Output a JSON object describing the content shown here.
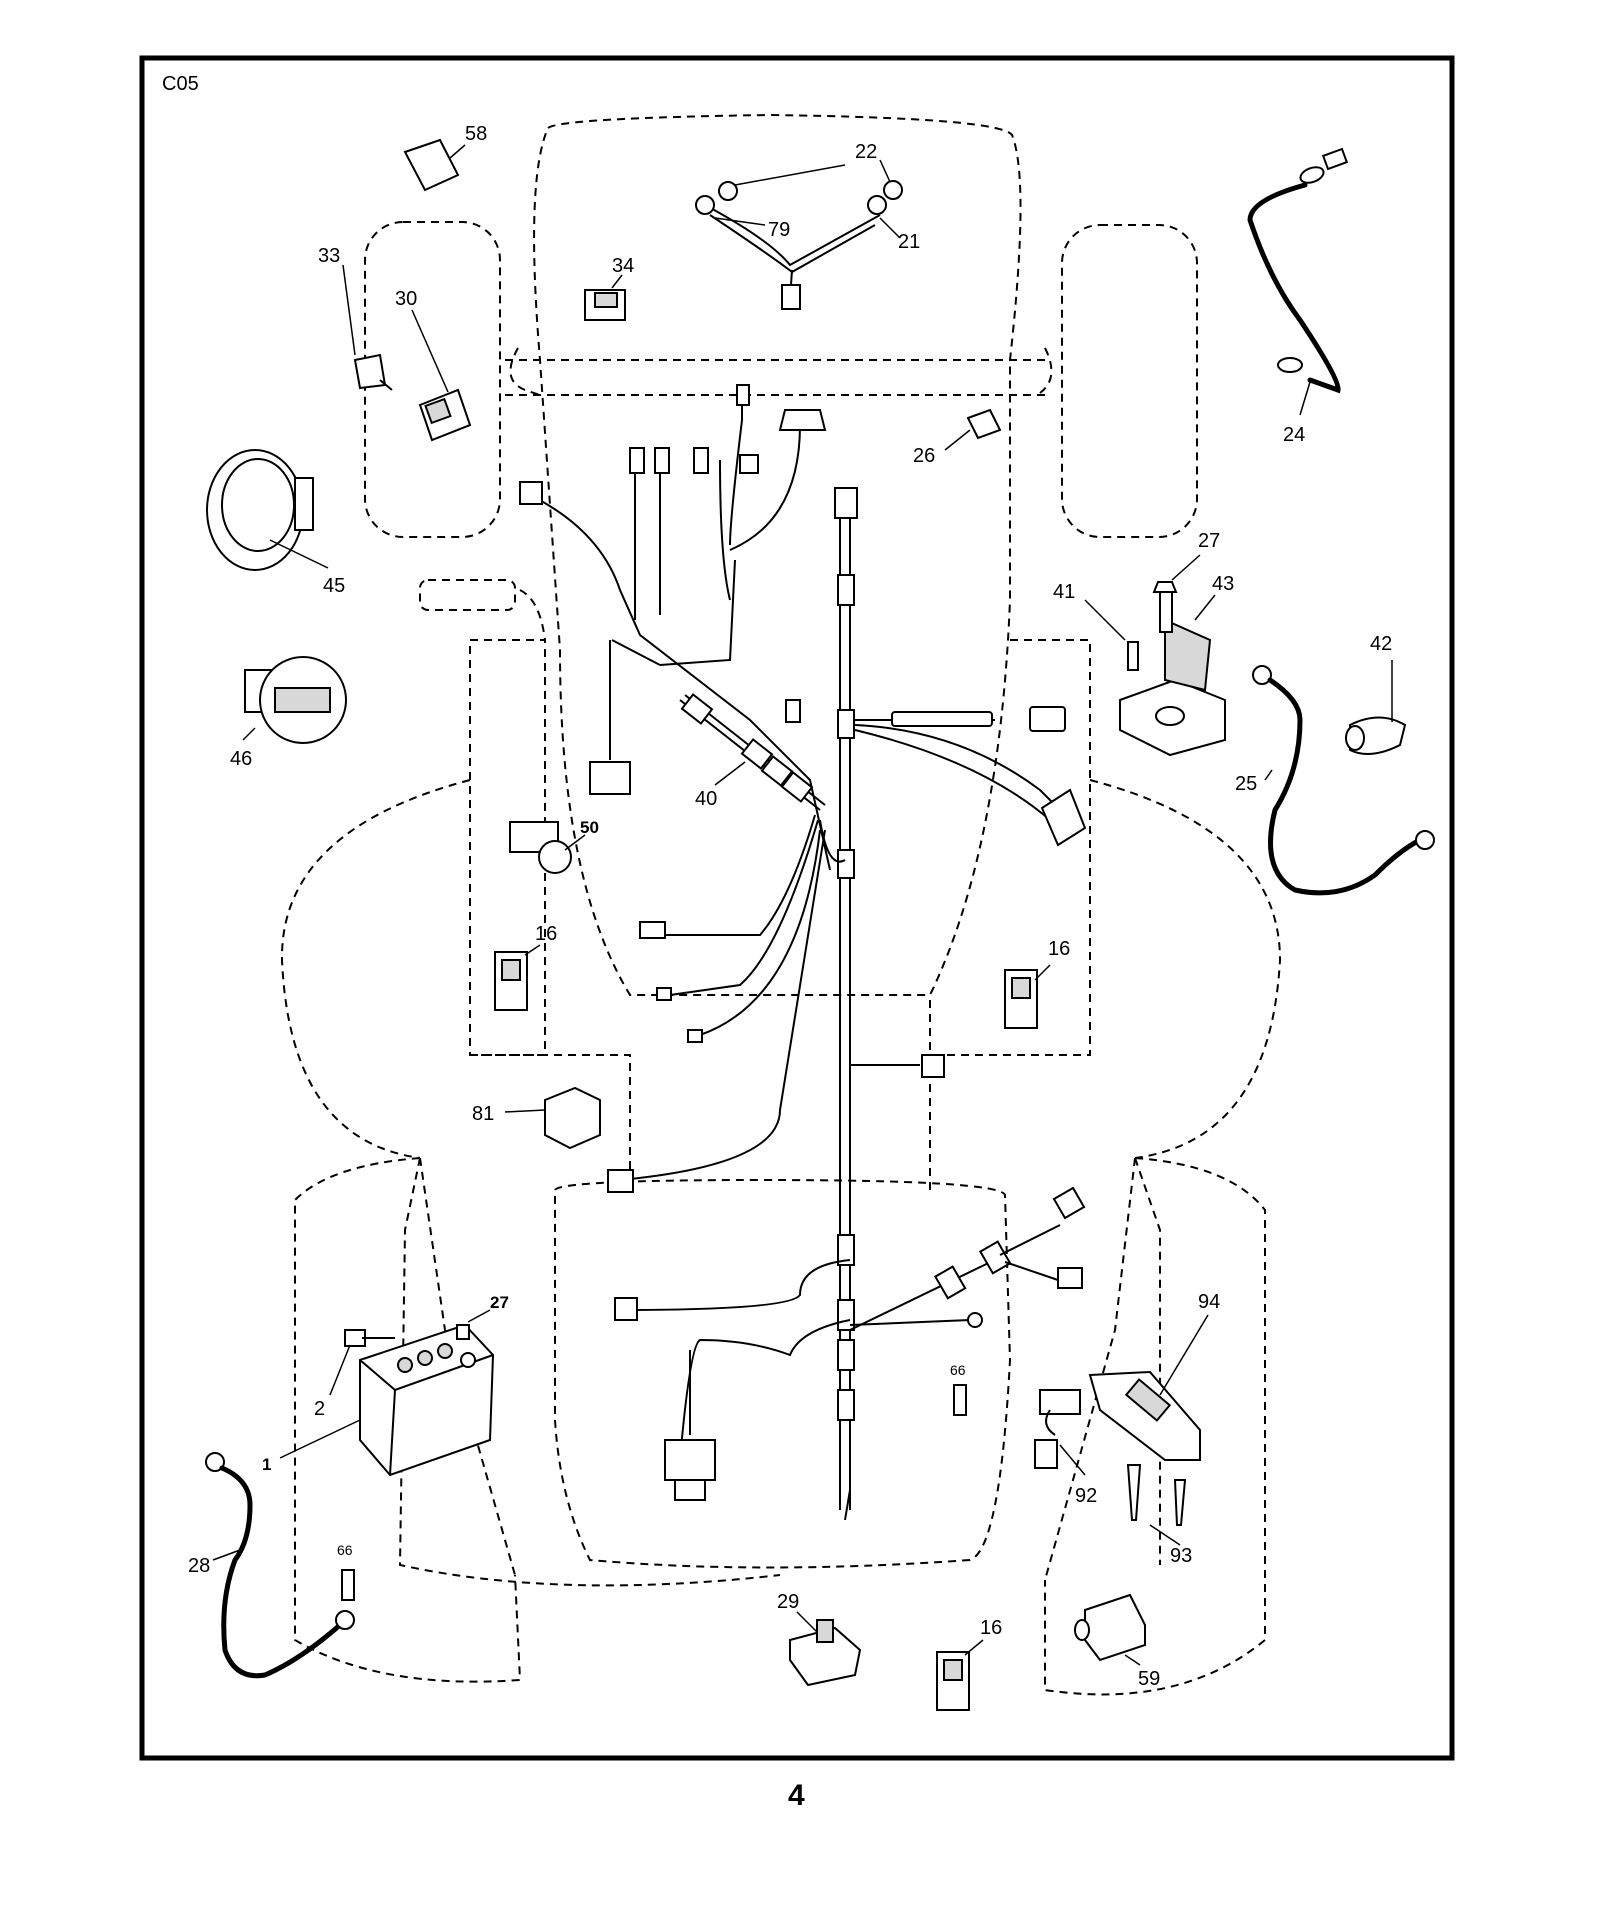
{
  "diagram": {
    "code": "C05",
    "page_number": "4",
    "callouts": {
      "p58": "58",
      "p22": "22",
      "p79": "79",
      "p21": "21",
      "p34": "34",
      "p33": "33",
      "p30": "30",
      "p24": "24",
      "p26": "26",
      "p45": "45",
      "p27a": "27",
      "p41": "41",
      "p43": "43",
      "p42": "42",
      "p46": "46",
      "p25": "25",
      "p40": "40",
      "p50": "50",
      "p16a": "16",
      "p16b": "16",
      "p81": "81",
      "p27b": "27",
      "p2": "2",
      "p1": "1",
      "p66a": "66",
      "p94": "94",
      "p92": "92",
      "p93": "93",
      "p28": "28",
      "p66b": "66",
      "p29": "29",
      "p16c": "16",
      "p59": "59"
    }
  }
}
